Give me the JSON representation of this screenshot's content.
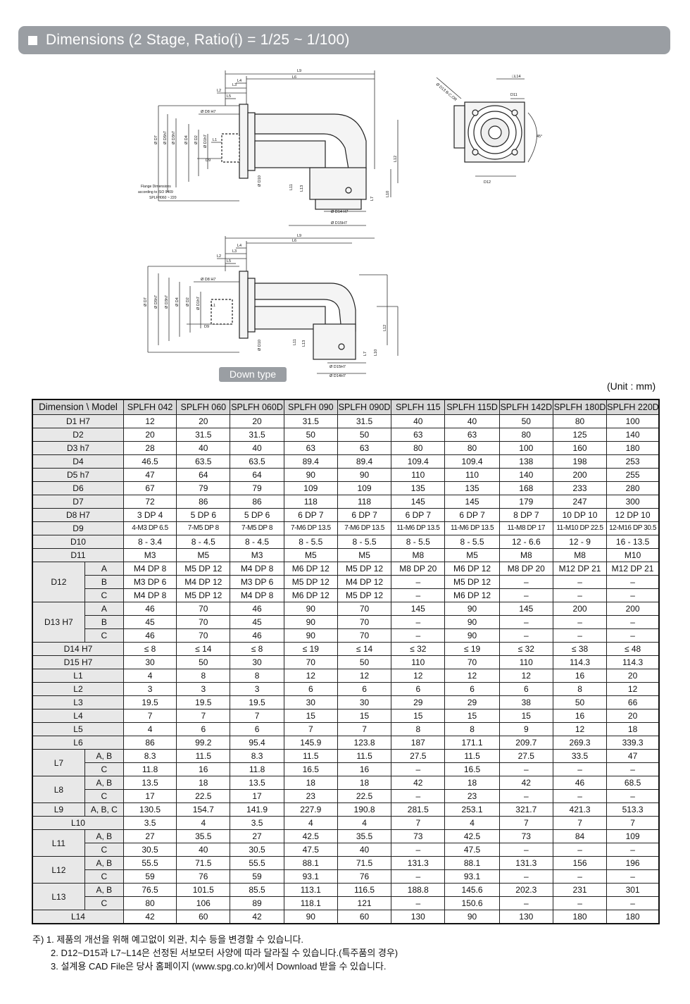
{
  "header": {
    "title": "Dimensions (2 Stage, Ratio(i) = 1/25 ~ 1/100)"
  },
  "drawing_top": {
    "labels": [
      "L9",
      "L6",
      "L3",
      "L4",
      "L2",
      "L5",
      "Ø D8 H7",
      "D9",
      "L1",
      "Ø D7",
      "Ø D5h7",
      "Ø D3h7",
      "Ø D4",
      "Ø D2",
      "Ø D1h7",
      "Ø D10",
      "L11",
      "L13",
      "L12",
      "L7",
      "L10",
      "Ø D14 H7",
      "Ø D15H7"
    ],
    "note_lines": [
      "Flange Dimensions",
      "according to ISO 9409",
      "SPLFH060 ~ 220"
    ]
  },
  "drawing_side": {
    "labels": [
      "□L14",
      "D11",
      "D12",
      "45°",
      "Ø D13 B-C,OR"
    ]
  },
  "drawing_down": {
    "labels": [
      "L9",
      "L6",
      "L3",
      "L4",
      "L2",
      "L5",
      "Ø D8 H7",
      "D9",
      "L1",
      "Ø D7",
      "Ø D5h7",
      "Ø D3h7",
      "Ø D4",
      "Ø D2",
      "Ø D1h7",
      "Ø D10",
      "L11",
      "L13",
      "L12",
      "L7",
      "L10",
      "Ø D15H7",
      "Ø D14H7"
    ],
    "tag": "Down type"
  },
  "unit": "(Unit : mm)",
  "table": {
    "header": [
      "Dimension \\ Model",
      "SPLFH 042",
      "SPLFH 060",
      "SPLFH 060D",
      "SPLFH 090",
      "SPLFH 090D",
      "SPLFH 115",
      "SPLFH 115D",
      "SPLFH 142D",
      "SPLFH 180D",
      "SPLFH 220D"
    ],
    "rows": [
      {
        "label": "D1 H7",
        "values": [
          "12",
          "20",
          "20",
          "31.5",
          "31.5",
          "40",
          "40",
          "50",
          "80",
          "100"
        ]
      },
      {
        "label": "D2",
        "values": [
          "20",
          "31.5",
          "31.5",
          "50",
          "50",
          "63",
          "63",
          "80",
          "125",
          "140"
        ]
      },
      {
        "label": "D3 h7",
        "values": [
          "28",
          "40",
          "40",
          "63",
          "63",
          "80",
          "80",
          "100",
          "160",
          "180"
        ]
      },
      {
        "label": "D4",
        "values": [
          "46.5",
          "63.5",
          "63.5",
          "89.4",
          "89.4",
          "109.4",
          "109.4",
          "138",
          "198",
          "253"
        ]
      },
      {
        "label": "D5 h7",
        "values": [
          "47",
          "64",
          "64",
          "90",
          "90",
          "110",
          "110",
          "140",
          "200",
          "255"
        ]
      },
      {
        "label": "D6",
        "values": [
          "67",
          "79",
          "79",
          "109",
          "109",
          "135",
          "135",
          "168",
          "233",
          "280"
        ]
      },
      {
        "label": "D7",
        "values": [
          "72",
          "86",
          "86",
          "118",
          "118",
          "145",
          "145",
          "179",
          "247",
          "300"
        ]
      },
      {
        "label": "D8 H7",
        "values": [
          "3  DP 4",
          "5 DP 6",
          "5 DP 6",
          "6 DP 7",
          "6 DP 7",
          "6 DP 7",
          "6 DP 7",
          "8 DP 7",
          "10 DP 10",
          "12 DP 10"
        ]
      },
      {
        "label": "D9",
        "small": true,
        "values": [
          "4-M3 DP 6.5",
          "7-M5 DP 8",
          "7-M5 DP 8",
          "7-M6 DP 13.5",
          "7-M6 DP 13.5",
          "11-M6 DP 13.5",
          "11-M6 DP 13.5",
          "11-M8 DP 17",
          "11-M10 DP 22.5",
          "12-M16 DP 30.5"
        ]
      },
      {
        "label": "D10",
        "values": [
          "8 - 3.4",
          "8 - 4.5",
          "8 - 4.5",
          "8 - 5.5",
          "8 - 5.5",
          "8 - 5.5",
          "8 - 5.5",
          "12 - 6.6",
          "12 - 9",
          "16 - 13.5"
        ]
      },
      {
        "label": "D11",
        "values": [
          "M3",
          "M5",
          "M3",
          "M5",
          "M5",
          "M8",
          "M5",
          "M8",
          "M8",
          "M10"
        ]
      },
      {
        "group": "D12",
        "sub": "A",
        "values": [
          "M4 DP 8",
          "M5 DP 12",
          "M4 DP 8",
          "M6 DP 12",
          "M5 DP 12",
          "M8 DP 20",
          "M6 DP 12",
          "M8 DP 20",
          "M12 DP 21",
          "M12 DP 21"
        ]
      },
      {
        "group": "D12",
        "sub": "B",
        "values": [
          "M3 DP 6",
          "M4 DP 12",
          "M3 DP 6",
          "M5 DP 12",
          "M4 DP 12",
          "–",
          "M5 DP 12",
          "–",
          "–",
          "–"
        ]
      },
      {
        "group": "D12",
        "sub": "C",
        "values": [
          "M4 DP 8",
          "M5 DP 12",
          "M4 DP 8",
          "M6 DP 12",
          "M5 DP 12",
          "–",
          "M6 DP 12",
          "–",
          "–",
          "–"
        ]
      },
      {
        "group": "D13 H7",
        "sub": "A",
        "values": [
          "46",
          "70",
          "46",
          "90",
          "70",
          "145",
          "90",
          "145",
          "200",
          "200"
        ]
      },
      {
        "group": "D13 H7",
        "sub": "B",
        "values": [
          "45",
          "70",
          "45",
          "90",
          "70",
          "–",
          "90",
          "–",
          "–",
          "–"
        ]
      },
      {
        "group": "D13 H7",
        "sub": "C",
        "values": [
          "46",
          "70",
          "46",
          "90",
          "70",
          "–",
          "90",
          "–",
          "–",
          "–"
        ]
      },
      {
        "label": "D14 H7",
        "values": [
          "≤ 8",
          "≤ 14",
          "≤ 8",
          "≤ 19",
          "≤ 14",
          "≤ 32",
          "≤ 19",
          "≤ 32",
          "≤ 38",
          "≤ 48"
        ]
      },
      {
        "label": "D15 H7",
        "values": [
          "30",
          "50",
          "30",
          "70",
          "50",
          "110",
          "70",
          "110",
          "114.3",
          "114.3"
        ]
      },
      {
        "label": "L1",
        "values": [
          "4",
          "8",
          "8",
          "12",
          "12",
          "12",
          "12",
          "12",
          "16",
          "20"
        ]
      },
      {
        "label": "L2",
        "values": [
          "3",
          "3",
          "3",
          "6",
          "6",
          "6",
          "6",
          "6",
          "8",
          "12"
        ]
      },
      {
        "label": "L3",
        "values": [
          "19.5",
          "19.5",
          "19.5",
          "30",
          "30",
          "29",
          "29",
          "38",
          "50",
          "66"
        ]
      },
      {
        "label": "L4",
        "values": [
          "7",
          "7",
          "7",
          "15",
          "15",
          "15",
          "15",
          "15",
          "16",
          "20"
        ]
      },
      {
        "label": "L5",
        "values": [
          "4",
          "6",
          "6",
          "7",
          "7",
          "8",
          "8",
          "9",
          "12",
          "18"
        ]
      },
      {
        "label": "L6",
        "values": [
          "86",
          "99.2",
          "95.4",
          "145.9",
          "123.8",
          "187",
          "171.1",
          "209.7",
          "269.3",
          "339.3"
        ]
      },
      {
        "group": "L7",
        "sub": "A, B",
        "values": [
          "8.3",
          "11.5",
          "8.3",
          "11.5",
          "11.5",
          "27.5",
          "11.5",
          "27.5",
          "33.5",
          "47"
        ]
      },
      {
        "group": "L7",
        "sub": "C",
        "values": [
          "11.8",
          "16",
          "11.8",
          "16.5",
          "16",
          "–",
          "16.5",
          "–",
          "–",
          "–"
        ]
      },
      {
        "group": "L8",
        "sub": "A, B",
        "values": [
          "13.5",
          "18",
          "13.5",
          "18",
          "18",
          "42",
          "18",
          "42",
          "46",
          "68.5"
        ]
      },
      {
        "group": "L8",
        "sub": "C",
        "values": [
          "17",
          "22.5",
          "17",
          "23",
          "22.5",
          "–",
          "23",
          "–",
          "–",
          "–"
        ]
      },
      {
        "group": "L9",
        "sub": "A, B, C",
        "values": [
          "130.5",
          "154.7",
          "141.9",
          "227.9",
          "190.8",
          "281.5",
          "253.1",
          "321.7",
          "421.3",
          "513.3"
        ]
      },
      {
        "label": "L10",
        "values": [
          "3.5",
          "4",
          "3.5",
          "4",
          "4",
          "7",
          "4",
          "7",
          "7",
          "7"
        ]
      },
      {
        "group": "L11",
        "sub": "A, B",
        "values": [
          "27",
          "35.5",
          "27",
          "42.5",
          "35.5",
          "73",
          "42.5",
          "73",
          "84",
          "109"
        ]
      },
      {
        "group": "L11",
        "sub": "C",
        "values": [
          "30.5",
          "40",
          "30.5",
          "47.5",
          "40",
          "–",
          "47.5",
          "–",
          "–",
          "–"
        ]
      },
      {
        "group": "L12",
        "sub": "A, B",
        "values": [
          "55.5",
          "71.5",
          "55.5",
          "88.1",
          "71.5",
          "131.3",
          "88.1",
          "131.3",
          "156",
          "196"
        ]
      },
      {
        "group": "L12",
        "sub": "C",
        "values": [
          "59",
          "76",
          "59",
          "93.1",
          "76",
          "–",
          "93.1",
          "–",
          "–",
          "–"
        ]
      },
      {
        "group": "L13",
        "sub": "A, B",
        "values": [
          "76.5",
          "101.5",
          "85.5",
          "113.1",
          "116.5",
          "188.8",
          "145.6",
          "202.3",
          "231",
          "301"
        ]
      },
      {
        "group": "L13",
        "sub": "C",
        "values": [
          "80",
          "106",
          "89",
          "118.1",
          "121",
          "–",
          "150.6",
          "–",
          "–",
          "–"
        ]
      },
      {
        "label": "L14",
        "values": [
          "42",
          "60",
          "42",
          "90",
          "60",
          "130",
          "90",
          "130",
          "180",
          "180"
        ]
      }
    ]
  },
  "notes": [
    "주) 1. 제품의 개선을 위해 예고없이 외관, 치수 등을 변경할 수 있습니다.",
    "2. D12~D15과 L7~L14은 선정된 서보모터 사양에 따라 달라질 수 있습니다.(특주품의 경우)",
    "3. 설계용 CAD File은 당사 홈페이지 (www.spg.co.kr)에서 Download 받을 수 있습니다."
  ]
}
